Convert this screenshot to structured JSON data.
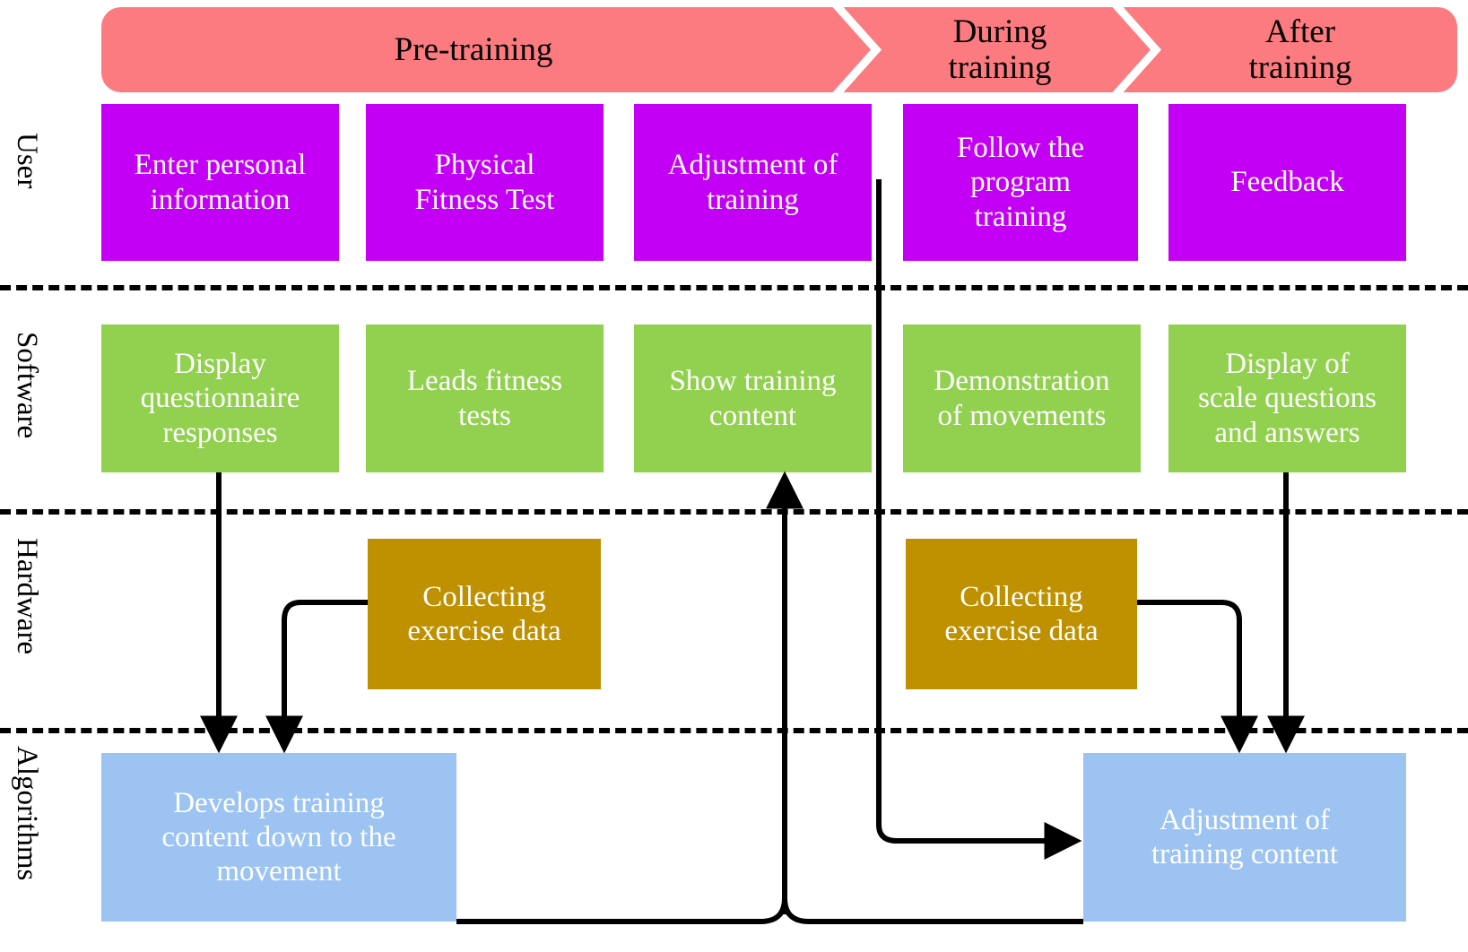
{
  "colors": {
    "phase_banner": "#FC7B80",
    "user_row": "#C300F5",
    "software_row": "#92D050",
    "hardware_row": "#BF9000",
    "algorithms_row": "#9CC3F2",
    "connector": "#000000",
    "separator": "#000000",
    "node_text": "#FFFFFF",
    "phase_text": "#000000"
  },
  "phases": [
    {
      "label": "Pre-training"
    },
    {
      "label": "During\ntraining"
    },
    {
      "label": "After\ntraining"
    }
  ],
  "lanes": [
    {
      "label": "User"
    },
    {
      "label": "Software"
    },
    {
      "label": "Hardware"
    },
    {
      "label": "Algorithms"
    }
  ],
  "nodes": {
    "user": [
      {
        "label": "Enter personal\ninformation"
      },
      {
        "label": "Physical\nFitness Test"
      },
      {
        "label": "Adjustment of\ntraining"
      },
      {
        "label": "Follow the\nprogram\ntraining"
      },
      {
        "label": "Feedback"
      }
    ],
    "software": [
      {
        "label": "Display\nquestionnaire\nresponses"
      },
      {
        "label": "Leads fitness\ntests"
      },
      {
        "label": "Show training\ncontent"
      },
      {
        "label": "Demonstration\nof movements"
      },
      {
        "label": "Display of\nscale questions\nand answers"
      }
    ],
    "hardware": [
      {
        "label": "Collecting\nexercise data"
      },
      {
        "label": "Collecting\nexercise data"
      }
    ],
    "algorithms": [
      {
        "label": "Develops training\ncontent down to the\nmovement"
      },
      {
        "label": "Adjustment of\ntraining content"
      }
    ]
  }
}
